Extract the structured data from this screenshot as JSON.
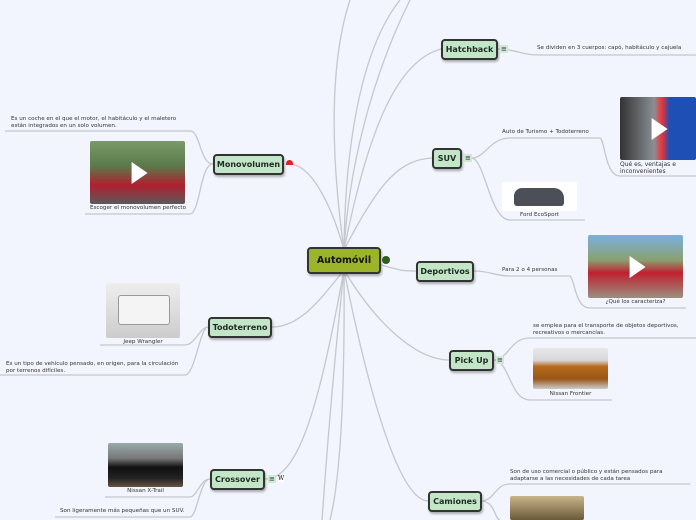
{
  "root": {
    "label": "Automóvil"
  },
  "branches": {
    "hatchback": {
      "label": "Hatchback",
      "note": "Se dividen en 3 cuerpos: capó, habitáculo y cajuela"
    },
    "suv": {
      "label": "SUV",
      "note": "Auto de Turismo + Todoterreno",
      "video_caption": "Qué es, ventajas e inconvenientes",
      "image_caption": "Ford EcoSport"
    },
    "deportivos": {
      "label": "Deportivos",
      "note": "Para 2 o 4 personas",
      "video_caption": "¿Qué los caracteriza?"
    },
    "pickup": {
      "label": "Pick Up",
      "note": "se emplea para el transporte de objetos deportivos, recreativos o mercancías.",
      "image_caption": "Nissan Frontier"
    },
    "camiones": {
      "label": "Camiones",
      "note": "Son de uso comercial o público y están pensados para adaptarse a las necesidades de cada tarea"
    },
    "monovolumen": {
      "label": "Monovolumen",
      "note": "Es un coche en el que el motor, el habitáculo y el maletero están integrados en un solo volumen.",
      "video_caption": "Escoger el monovolumen perfecto"
    },
    "todoterreno": {
      "label": "Todoterreno",
      "note": "Es un tipo de vehículo pensado, en origen, para la circulación por terrenos difíciles.",
      "image_caption": "Jeep Wrangler"
    },
    "crossover": {
      "label": "Crossover",
      "note": "Son ligeramente más pequeñas que un SUV.",
      "image_caption": "Nissan X-Trail",
      "extra_icon": "W"
    }
  },
  "colors": {
    "node": "#c4e6c8",
    "root": "#9cb42a",
    "background": "#f2f5fd",
    "line": "#c8c8cc"
  },
  "icons": [
    "notes-icon",
    "globe-icon",
    "wikipedia-icon",
    "link-icon"
  ]
}
